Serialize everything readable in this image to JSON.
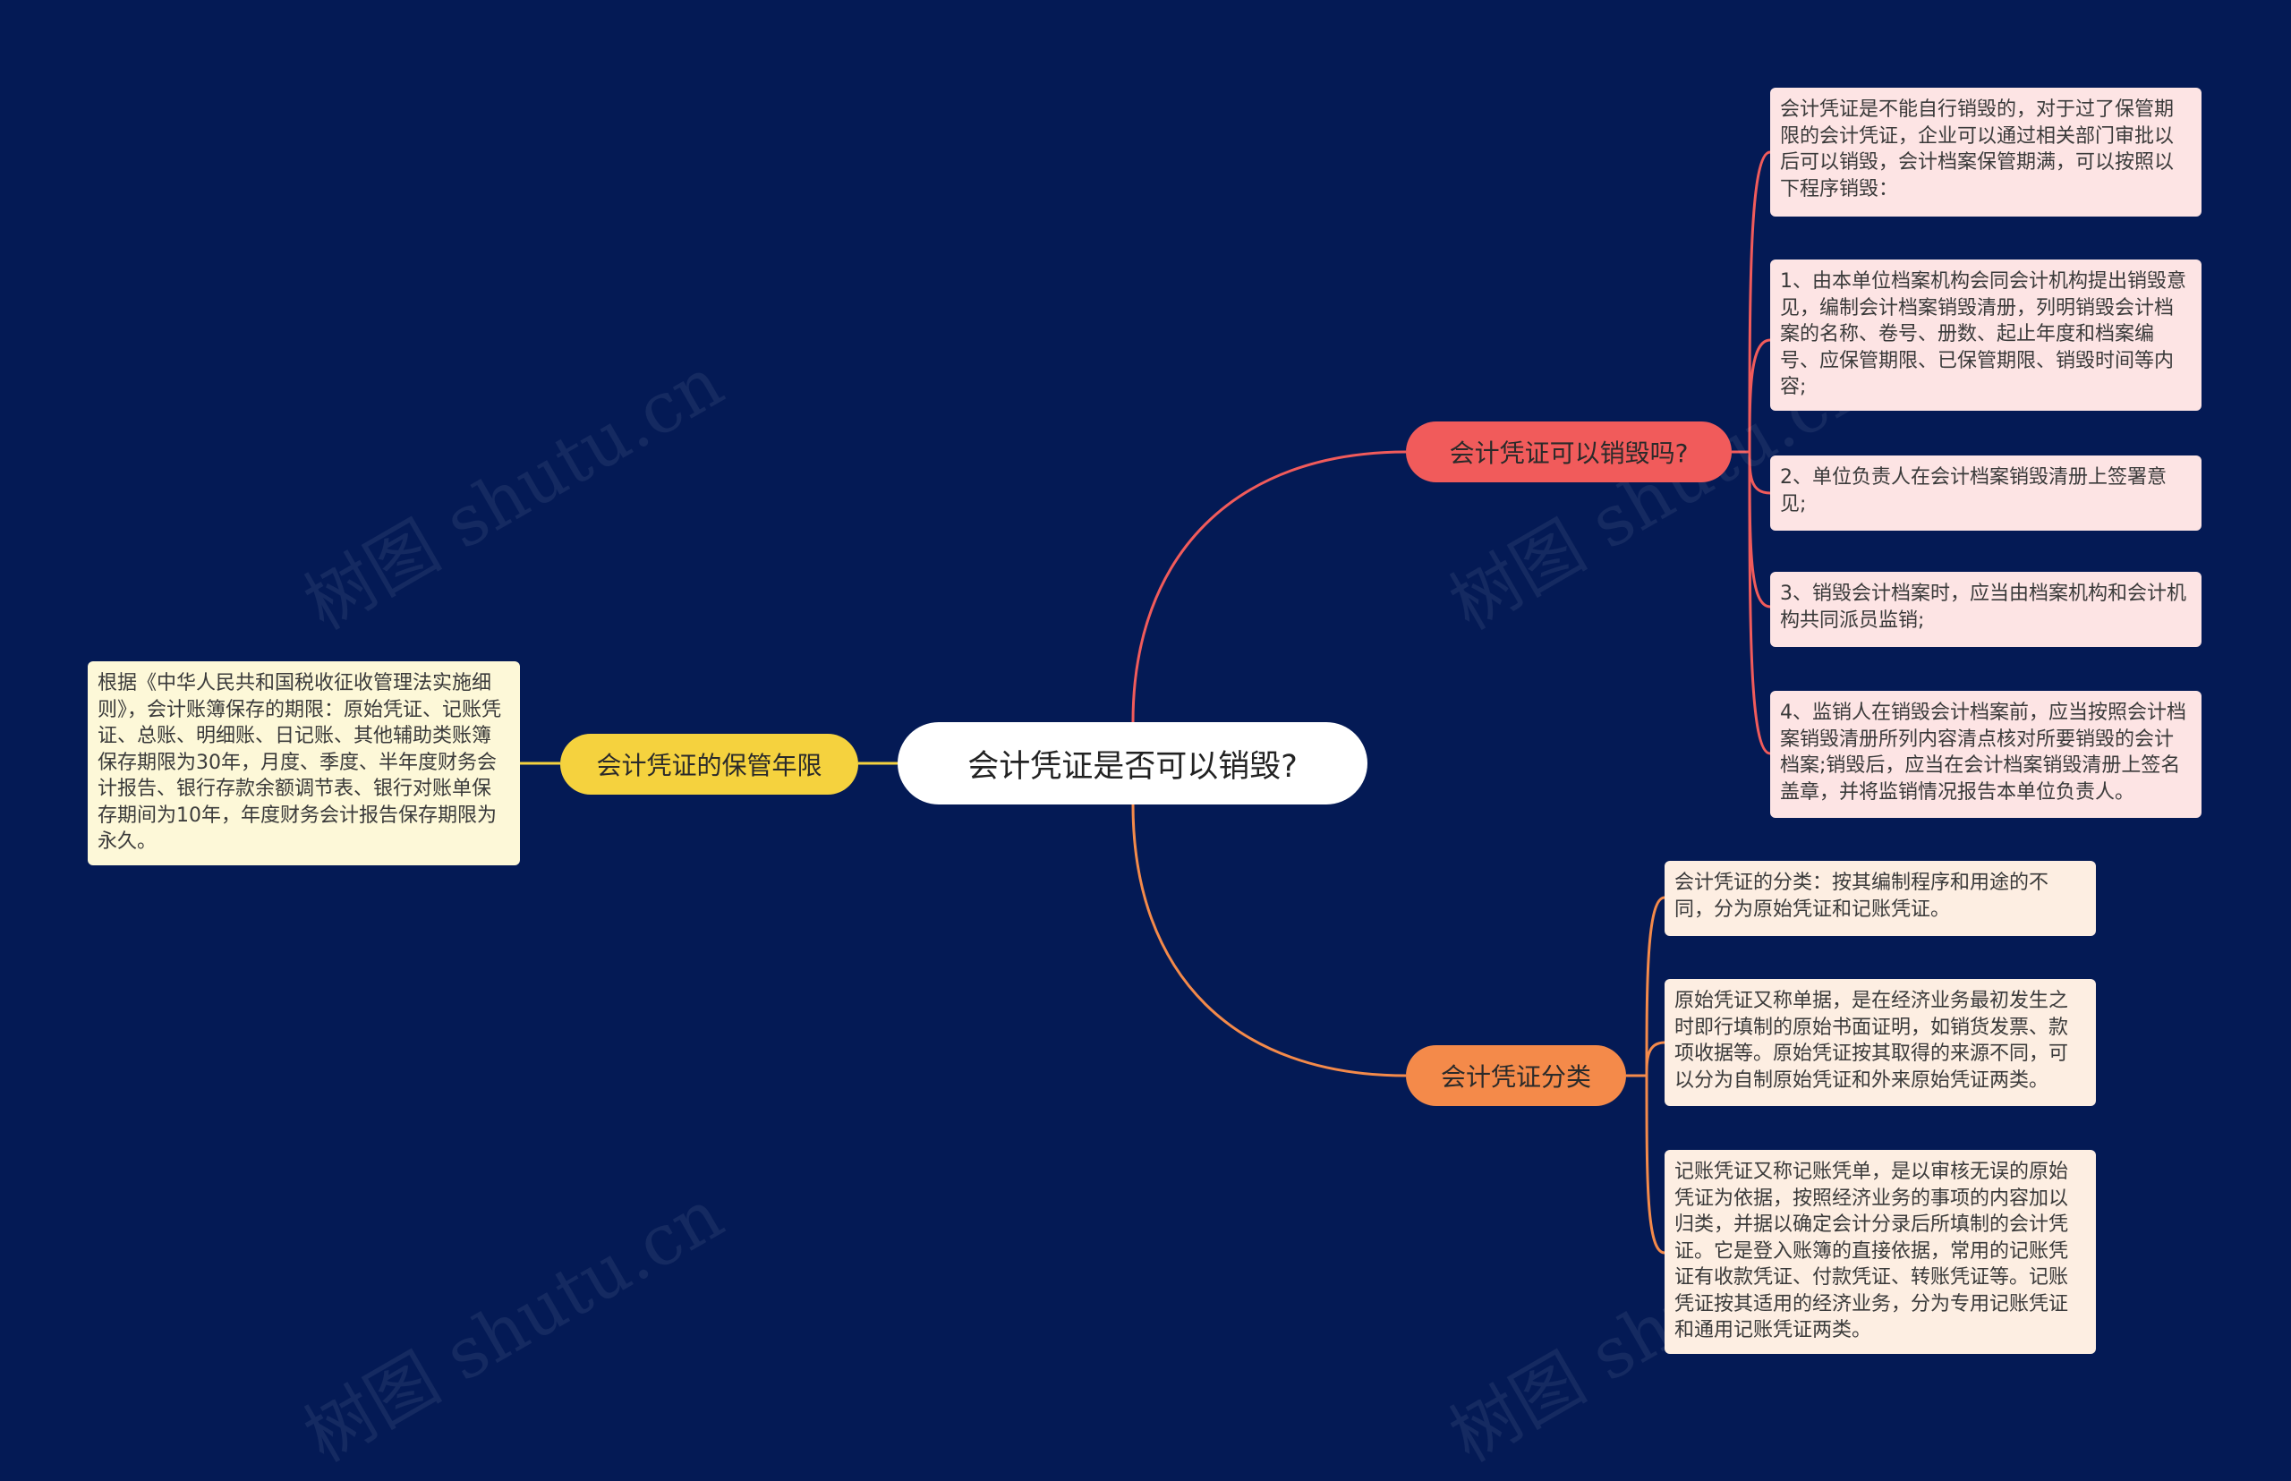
{
  "root": {
    "title": "会计凭证是否可以销毁?"
  },
  "branches": {
    "retention": {
      "label": "会计凭证的保管年限",
      "leaves": [
        "根据《中华人民共和国税收征收管理法实施细则》，会计账簿保存的期限：原始凭证、记账凭证、总账、明细账、日记账、其他辅助类账簿保存期限为30年，月度、季度、半年度财务会计报告、银行存款余额调节表、银行对账单保存期间为10年，年度财务会计报告保存期限为永久。"
      ]
    },
    "destroy": {
      "label": "会计凭证可以销毁吗?",
      "leaves": [
        "会计凭证是不能自行销毁的，对于过了保管期限的会计凭证，企业可以通过相关部门审批以后可以销毁，会计档案保管期满，可以按照以下程序销毁：",
        "1、由本单位档案机构会同会计机构提出销毁意见，编制会计档案销毁清册，列明销毁会计档案的名称、卷号、册数、起止年度和档案编号、应保管期限、已保管期限、销毁时间等内容;",
        "2、单位负责人在会计档案销毁清册上签署意见;",
        "3、销毁会计档案时，应当由档案机构和会计机构共同派员监销;",
        "4、监销人在销毁会计档案前，应当按照会计档案销毁清册所列内容清点核对所要销毁的会计档案;销毁后，应当在会计档案销毁清册上签名盖章，并将监销情况报告本单位负责人。"
      ]
    },
    "classify": {
      "label": "会计凭证分类",
      "leaves": [
        "会计凭证的分类：按其编制程序和用途的不同，分为原始凭证和记账凭证。",
        "原始凭证又称单据，是在经济业务最初发生之时即行填制的原始书面证明，如销货发票、款项收据等。原始凭证按其取得的来源不同，可以分为自制原始凭证和外来原始凭证两类。",
        "记账凭证又称记账凭单，是以审核无误的原始凭证为依据，按照经济业务的事项的内容加以归类，并据以确定会计分录后所填制的会计凭证。它是登入账簿的直接依据，常用的记账凭证有收款凭证、付款凭证、转账凭证等。记账凭证按其适用的经济业务，分为专用记账凭证和通用记账凭证两类。"
      ]
    }
  },
  "watermark": "树图 shutu.cn",
  "colors": {
    "background": "#041a55",
    "retention": "#f5d23e",
    "destroy": "#f15b5b",
    "classify": "#f48a4a"
  }
}
